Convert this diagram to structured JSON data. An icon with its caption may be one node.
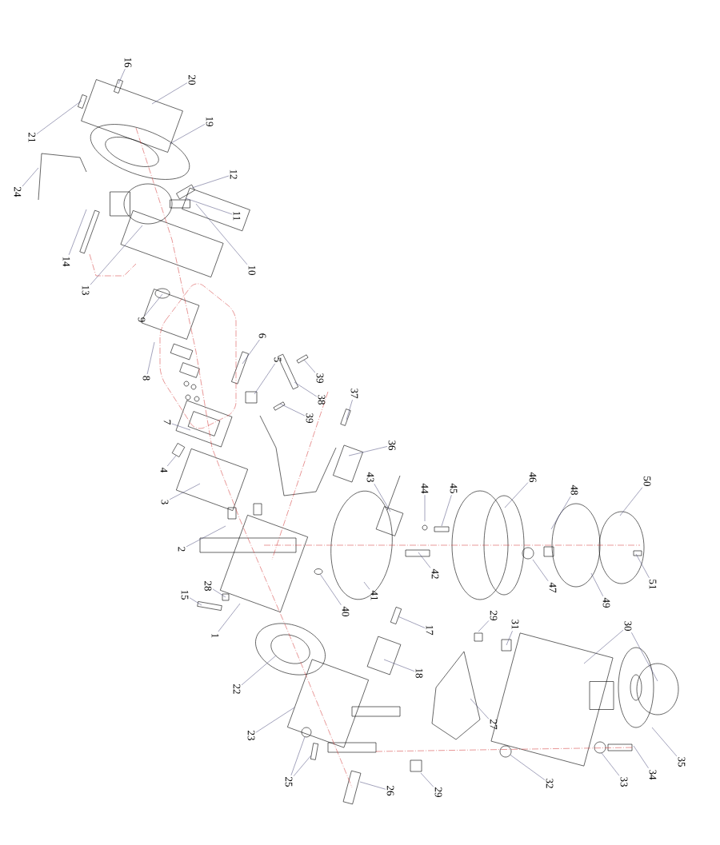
{
  "diagram": {
    "nodes": [
      {
        "text": [
          "16"
        ]
      },
      {
        "text": [
          "20"
        ]
      },
      {
        "text": [
          "21"
        ]
      },
      {
        "text": [
          "19"
        ]
      },
      {
        "text": [
          "24"
        ]
      },
      {
        "text": [
          "12"
        ]
      },
      {
        "text": [
          "11"
        ]
      },
      {
        "text": [
          "14"
        ]
      },
      {
        "text": [
          "13"
        ]
      },
      {
        "text": [
          "10"
        ]
      },
      {
        "text": [
          "9"
        ]
      },
      {
        "text": [
          "8"
        ]
      },
      {
        "text": [
          "6"
        ]
      },
      {
        "text": [
          "5"
        ]
      },
      {
        "text": [
          "39"
        ]
      },
      {
        "text": [
          "38"
        ]
      },
      {
        "text": [
          "39"
        ]
      },
      {
        "text": [
          "37"
        ]
      },
      {
        "text": [
          "7"
        ]
      },
      {
        "text": [
          "4"
        ]
      },
      {
        "text": [
          "3"
        ]
      },
      {
        "text": [
          "36"
        ]
      },
      {
        "text": [
          "43"
        ]
      },
      {
        "text": [
          "44"
        ]
      },
      {
        "text": [
          "45"
        ]
      },
      {
        "text": [
          "46"
        ]
      },
      {
        "text": [
          "48"
        ]
      },
      {
        "text": [
          "50"
        ]
      },
      {
        "text": [
          "2"
        ]
      },
      {
        "text": [
          "42"
        ]
      },
      {
        "text": [
          "47"
        ]
      },
      {
        "text": [
          "49"
        ]
      },
      {
        "text": [
          "51"
        ]
      },
      {
        "text": [
          "28"
        ]
      },
      {
        "text": [
          "15"
        ]
      },
      {
        "text": [
          "40"
        ]
      },
      {
        "text": [
          "41"
        ]
      },
      {
        "text": [
          "1"
        ]
      },
      {
        "text": [
          "17"
        ]
      },
      {
        "text": [
          "29"
        ]
      },
      {
        "text": [
          "31"
        ]
      },
      {
        "text": [
          "30"
        ]
      },
      {
        "text": [
          "22"
        ]
      },
      {
        "text": [
          "18"
        ]
      },
      {
        "text": [
          "23"
        ]
      },
      {
        "text": [
          "27"
        ]
      },
      {
        "text": [
          "25"
        ]
      },
      {
        "text": [
          "26"
        ]
      },
      {
        "text": [
          "29"
        ]
      },
      {
        "text": [
          "32"
        ]
      },
      {
        "text": [
          "33"
        ]
      },
      {
        "text": [
          "34"
        ]
      },
      {
        "text": [
          "35"
        ]
      },
      {
        "text": [],
        "shape": "circle"
      },
      {
        "text": [],
        "shape": "box"
      },
      {
        "text": [],
        "shape": "circle"
      },
      {
        "text": [],
        "shape": "box"
      },
      {
        "text": [],
        "shape": "circle"
      }
    ],
    "edges": [
      {
        "from": 0,
        "to": null,
        "arrow": "none"
      },
      {
        "from": 1,
        "to": null,
        "arrow": "none"
      },
      {
        "from": 2,
        "to": null,
        "arrow": "none"
      },
      {
        "from": 3,
        "to": null,
        "arrow": "none"
      },
      {
        "from": 4,
        "to": null,
        "arrow": "none"
      },
      {
        "from": 5,
        "to": null,
        "arrow": "none"
      },
      {
        "from": 6,
        "to": null,
        "arrow": "none"
      },
      {
        "from": 7,
        "to": null,
        "arrow": "none"
      },
      {
        "from": 8,
        "to": null,
        "arrow": "none"
      },
      {
        "from": 9,
        "to": null,
        "arrow": "none"
      },
      {
        "from": 10,
        "to": null,
        "arrow": "none"
      },
      {
        "from": 11,
        "to": null,
        "arrow": "none"
      },
      {
        "from": 12,
        "to": null,
        "arrow": "none"
      },
      {
        "from": 13,
        "to": null,
        "arrow": "none"
      },
      {
        "from": 14,
        "to": null,
        "arrow": "none"
      },
      {
        "from": 15,
        "to": null,
        "arrow": "none"
      },
      {
        "from": 16,
        "to": null,
        "arrow": "none"
      },
      {
        "from": 17,
        "to": null,
        "arrow": "none"
      },
      {
        "from": 18,
        "to": null,
        "arrow": "none"
      },
      {
        "from": 19,
        "to": null,
        "arrow": "none"
      },
      {
        "from": 20,
        "to": null,
        "arrow": "none"
      },
      {
        "from": 21,
        "to": null,
        "arrow": "none"
      },
      {
        "from": 22,
        "to": null,
        "arrow": "none"
      },
      {
        "from": 23,
        "to": null,
        "arrow": "none"
      },
      {
        "from": 24,
        "to": null,
        "arrow": "none"
      },
      {
        "from": 25,
        "to": null,
        "arrow": "none"
      },
      {
        "from": 26,
        "to": null,
        "arrow": "none"
      },
      {
        "from": 27,
        "to": null,
        "arrow": "none"
      },
      {
        "from": 28,
        "to": null,
        "arrow": "none"
      },
      {
        "from": 29,
        "to": null,
        "arrow": "none"
      },
      {
        "from": 30,
        "to": null,
        "arrow": "none"
      },
      {
        "from": 31,
        "to": null,
        "arrow": "none"
      },
      {
        "from": 32,
        "to": null,
        "arrow": "none"
      },
      {
        "from": 33,
        "to": null,
        "arrow": "none"
      },
      {
        "from": 34,
        "to": null,
        "arrow": "none"
      },
      {
        "from": 35,
        "to": 53,
        "arrow": "none"
      },
      {
        "from": 36,
        "to": null,
        "arrow": "none"
      },
      {
        "from": 37,
        "to": null,
        "arrow": "none"
      },
      {
        "from": 38,
        "to": 54,
        "arrow": "none"
      },
      {
        "from": 39,
        "to": null,
        "arrow": "none"
      },
      {
        "from": 40,
        "to": null,
        "arrow": "none"
      },
      {
        "from": 41,
        "to": null,
        "arrow": "none"
      },
      {
        "from": 41,
        "to": null,
        "arrow": "none"
      },
      {
        "from": 42,
        "to": null,
        "arrow": "none"
      },
      {
        "from": 43,
        "to": null,
        "arrow": "none"
      },
      {
        "from": 44,
        "to": null,
        "arrow": "none"
      },
      {
        "from": 45,
        "to": null,
        "arrow": "none"
      },
      {
        "from": 46,
        "to": 55,
        "arrow": "none"
      },
      {
        "from": 46,
        "to": 56,
        "arrow": "none"
      },
      {
        "from": 47,
        "to": null,
        "arrow": "none"
      },
      {
        "from": 48,
        "to": null,
        "arrow": "none"
      },
      {
        "from": 49,
        "to": 57,
        "arrow": "none"
      },
      {
        "from": 50,
        "to": null,
        "arrow": "none"
      },
      {
        "from": 51,
        "to": null,
        "arrow": "none"
      },
      {
        "from": 52,
        "to": null,
        "arrow": "none"
      }
    ]
  }
}
